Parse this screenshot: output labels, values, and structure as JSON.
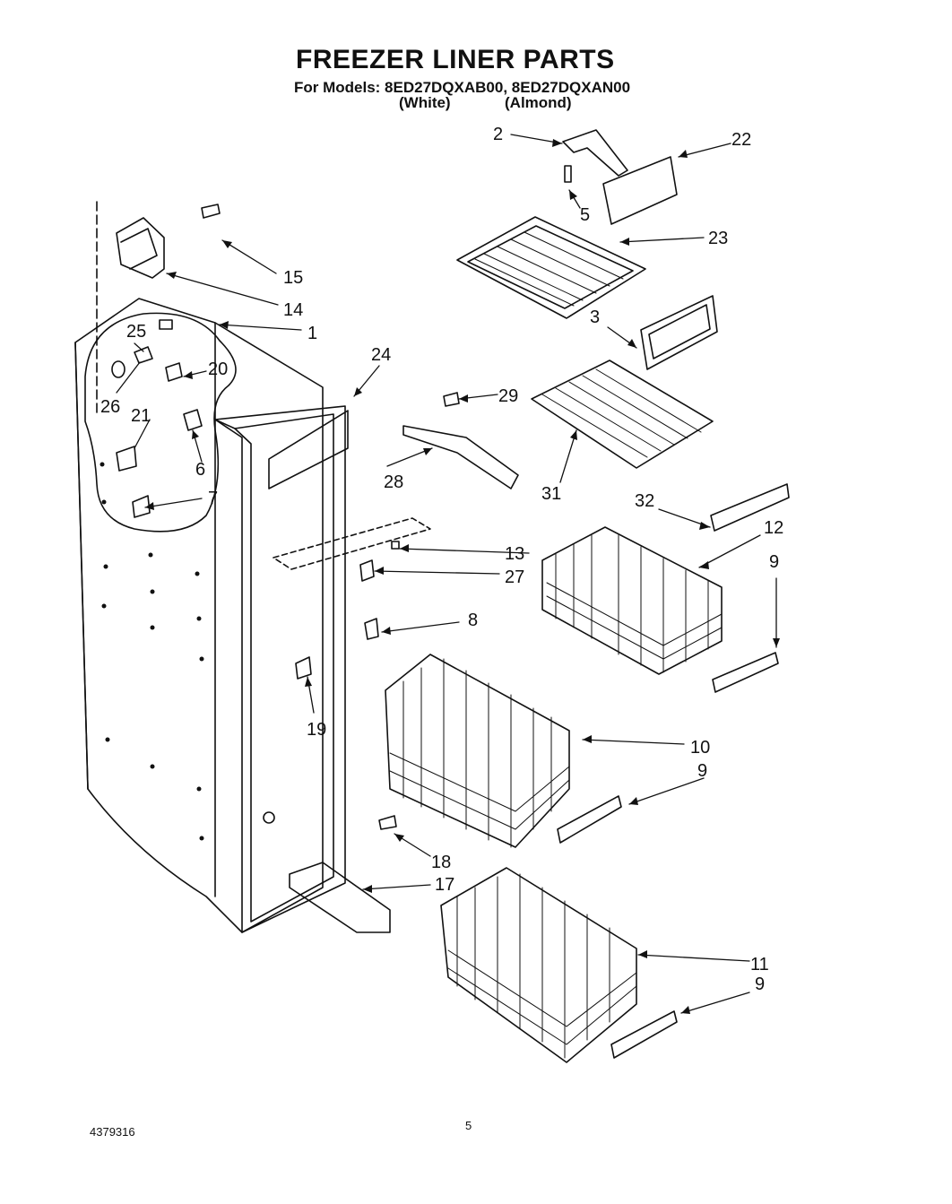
{
  "header": {
    "title": "FREEZER LINER PARTS",
    "models_line": "For Models: 8ED27DQXAB00, 8ED27DQXAN00",
    "variant_white": "(White)",
    "variant_almond": "(Almond)"
  },
  "footer": {
    "doc_number": "4379316",
    "page_number": "5"
  },
  "callouts": {
    "c1": "1",
    "c2": "2",
    "c3": "3",
    "c5": "5",
    "c6": "6",
    "c7": "7",
    "c8": "8",
    "c9a": "9",
    "c9b": "9",
    "c9c": "9",
    "c10": "10",
    "c11": "11",
    "c12": "12",
    "c13": "13",
    "c14": "14",
    "c15": "15",
    "c17": "17",
    "c18": "18",
    "c19": "19",
    "c20": "20",
    "c21": "21",
    "c22": "22",
    "c23": "23",
    "c24": "24",
    "c25": "25",
    "c26": "26",
    "c27": "27",
    "c28": "28",
    "c29": "29",
    "c31": "31",
    "c32": "32"
  }
}
